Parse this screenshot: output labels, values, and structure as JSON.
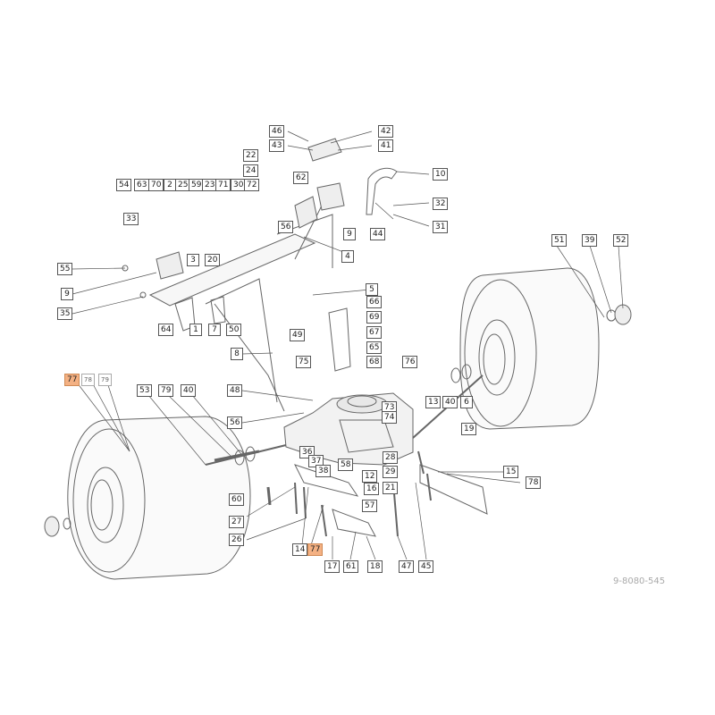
{
  "diagram": {
    "reference_code": "9-8080-545",
    "highlight_color": "#f4b183",
    "callouts": [
      "46",
      "42",
      "43",
      "41",
      "22",
      "24",
      "62",
      "10",
      "54",
      "63",
      "70",
      "2",
      "25",
      "59",
      "23",
      "71",
      "30",
      "72",
      "32",
      "33",
      "44",
      "31",
      "9",
      "56",
      "3",
      "20",
      "4",
      "55",
      "9",
      "5",
      "35",
      "64",
      "1",
      "7",
      "50",
      "66",
      "69",
      "67",
      "65",
      "8",
      "49",
      "68",
      "75",
      "76",
      "77",
      "78",
      "79",
      "53",
      "79",
      "40",
      "48",
      "73",
      "74",
      "13",
      "40",
      "6",
      "56",
      "19",
      "36",
      "37",
      "38",
      "58",
      "28",
      "12",
      "29",
      "15",
      "78",
      "21",
      "16",
      "60",
      "27",
      "57",
      "26",
      "14",
      "77",
      "17",
      "61",
      "18",
      "47",
      "45",
      "51",
      "39",
      "52"
    ]
  }
}
